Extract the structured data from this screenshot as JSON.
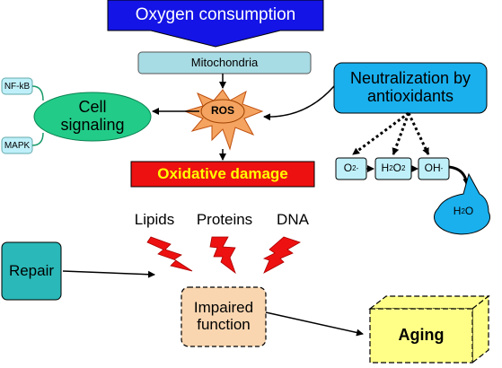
{
  "top": {
    "oxygen": "Oxygen consumption",
    "mito": "Mitochondria"
  },
  "ros": "ROS",
  "signaling": {
    "cell": "Cell",
    "signaling": "signaling",
    "nfkb": "NF-kB",
    "mapk": "MAPK"
  },
  "antiox": {
    "line1": "Neutralization by",
    "line2": "antioxidants"
  },
  "species": {
    "o2": "O",
    "o2_sub": "2",
    "o2_sup": "-",
    "h2o2_a": "H",
    "h2o2_sub1": "2",
    "h2o2_b": "O",
    "h2o2_sub2": "2",
    "oh": "OH",
    "oh_sup": "-",
    "h2o_a": "H",
    "h2o_sub": "2",
    "h2o_b": "O"
  },
  "damage": {
    "title": "Oxidative damage",
    "lipids": "Lipids",
    "proteins": "Proteins",
    "dna": "DNA"
  },
  "repair": "Repair",
  "impaired": {
    "line1": "Impaired",
    "line2": "function"
  },
  "aging": "Aging",
  "colors": {
    "blue_box": "#1414e6",
    "mito_fill": "#a8dce4",
    "ros_fill": "#f4a460",
    "signal_fill": "#22cc88",
    "antiox_fill": "#1ab0ee",
    "species_fill": "#bff0fa",
    "damage_fill": "#ee1111",
    "damage_text": "#ffff00",
    "bolt": "#ee1111",
    "repair_fill": "#2ab8b8",
    "impaired_fill": "#f9d6b0",
    "aging_fill": "#ffff88"
  }
}
